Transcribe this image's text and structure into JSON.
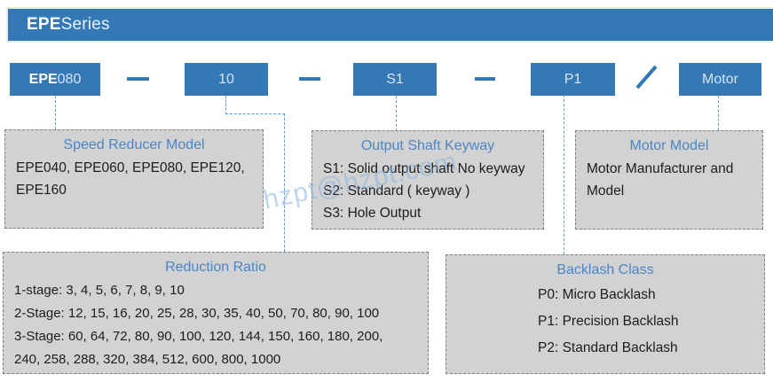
{
  "header": {
    "brand_bold": "EPE",
    "brand_rest": "Series"
  },
  "code_row": {
    "boxes": [
      {
        "key": "model",
        "bold": "EPE",
        "text": "080"
      },
      {
        "key": "ratio",
        "bold": "",
        "text": "10"
      },
      {
        "key": "keyway",
        "bold": "",
        "text": "S1"
      },
      {
        "key": "backlash",
        "bold": "",
        "text": "P1"
      },
      {
        "key": "motor",
        "bold": "",
        "text": "Motor"
      }
    ],
    "separators": [
      {
        "type": "dash"
      },
      {
        "type": "dash"
      },
      {
        "type": "dash"
      },
      {
        "type": "slash"
      }
    ]
  },
  "info_boxes": {
    "speed_reducer_model": {
      "title": "Speed Reducer Model",
      "lines": [
        "EPE040, EPE060, EPE080, EPE120,",
        "EPE160"
      ]
    },
    "output_shaft_keyway": {
      "title": "Output Shaft Keyway",
      "lines": [
        "S1: Solid output shaft No keyway",
        "S2: Standard ( keyway )",
        "S3: Hole Output"
      ]
    },
    "motor_model": {
      "title": "Motor Model",
      "lines": [
        "Motor Manufacturer and",
        "Model"
      ]
    },
    "reduction_ratio": {
      "title": "Reduction Ratio",
      "lines": [
        "1-stage: 3, 4, 5, 6, 7, 8, 9, 10",
        "2-Stage: 12, 15, 16, 20, 25, 28, 30, 35, 40, 50, 70, 80, 90, 100",
        "3-Stage: 60, 64, 72, 80, 90, 100, 120, 144, 150, 160, 180, 200,",
        "240, 258, 288, 320, 384, 512, 600, 800, 1000"
      ]
    },
    "backlash_class": {
      "title": "Backlash Class",
      "lines": [
        "P0: Micro Backlash",
        "P1: Precision Backlash",
        "P2: Standard Backlash"
      ]
    }
  },
  "watermark": {
    "text": "hzpt@hzpt.com"
  },
  "colors": {
    "primary_blue": "#3478b6",
    "connector_blue": "#5b9bd5",
    "title_blue": "#4a86c6",
    "panel_gray": "#d2d2d2",
    "border_gray": "#7f7f7f",
    "text_dark": "#1c1c1c",
    "header_border": "#e2efdc",
    "watermark_blue": "#8ab2dc"
  }
}
